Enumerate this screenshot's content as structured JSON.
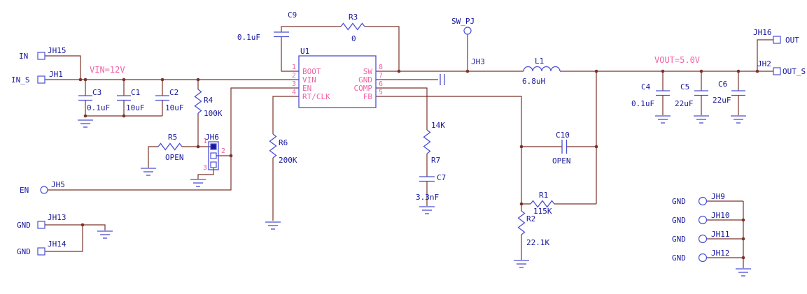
{
  "colors": {
    "wire": "#7a332a",
    "component": "#4a4fd4",
    "text": "#17179c",
    "pink": "#ef64a6"
  },
  "net_labels": {
    "vin": "VIN=12V",
    "vout": "VOUT=5.0V"
  },
  "ic": {
    "ref": "U1",
    "left_pins": [
      {
        "num": "1",
        "name": "BOOT"
      },
      {
        "num": "2",
        "name": "VIN"
      },
      {
        "num": "3",
        "name": "EN"
      },
      {
        "num": "4",
        "name": "RT/CLK"
      }
    ],
    "right_pins": [
      {
        "num": "8",
        "name": "SW"
      },
      {
        "num": "7",
        "name": "GND"
      },
      {
        "num": "6",
        "name": "COMP"
      },
      {
        "num": "5",
        "name": "FB"
      }
    ]
  },
  "jumper": {
    "ref": "JH6",
    "pins": [
      "1",
      "2",
      "3"
    ]
  },
  "connectors": {
    "in": {
      "label": "IN",
      "ref": "JH15"
    },
    "in_s": {
      "label": "IN_S",
      "ref": "JH1"
    },
    "en": {
      "label": "EN",
      "ref": "JH5"
    },
    "gnd_a": {
      "label": "GND",
      "ref": "JH13"
    },
    "gnd_b": {
      "label": "GND",
      "ref": "JH14"
    },
    "sw_probe": {
      "label": "SW_PJ",
      "ref": "JH3"
    },
    "out": {
      "label": "OUT",
      "ref": "JH16"
    },
    "out_s": {
      "label": "OUT_S",
      "ref": "JH2"
    },
    "gnd_1": {
      "label": "GND",
      "ref": "JH9"
    },
    "gnd_2": {
      "label": "GND",
      "ref": "JH10"
    },
    "gnd_3": {
      "label": "GND",
      "ref": "JH11"
    },
    "gnd_4": {
      "label": "GND",
      "ref": "JH12"
    }
  },
  "components": {
    "C1": {
      "ref": "C1",
      "value": "10uF"
    },
    "C2": {
      "ref": "C2",
      "value": "10uF"
    },
    "C3": {
      "ref": "C3",
      "value": "0.1uF"
    },
    "C4": {
      "ref": "C4",
      "value": "0.1uF"
    },
    "C5": {
      "ref": "C5",
      "value": "22uF"
    },
    "C6": {
      "ref": "C6",
      "value": "22uF"
    },
    "C7": {
      "ref": "C7",
      "value": "3.3nF"
    },
    "C9": {
      "ref": "C9",
      "value": "0.1uF"
    },
    "C10": {
      "ref": "C10",
      "value": "OPEN"
    },
    "R1": {
      "ref": "R1",
      "value": "115K"
    },
    "R2": {
      "ref": "R2",
      "value": "22.1K"
    },
    "R3": {
      "ref": "R3",
      "value": "0"
    },
    "R4": {
      "ref": "R4",
      "value": "100K"
    },
    "R5": {
      "ref": "R5",
      "value": "OPEN"
    },
    "R6": {
      "ref": "R6",
      "value": "200K"
    },
    "R7": {
      "ref": "R7",
      "value": "14K"
    },
    "L1": {
      "ref": "L1",
      "value": "6.8uH"
    }
  }
}
